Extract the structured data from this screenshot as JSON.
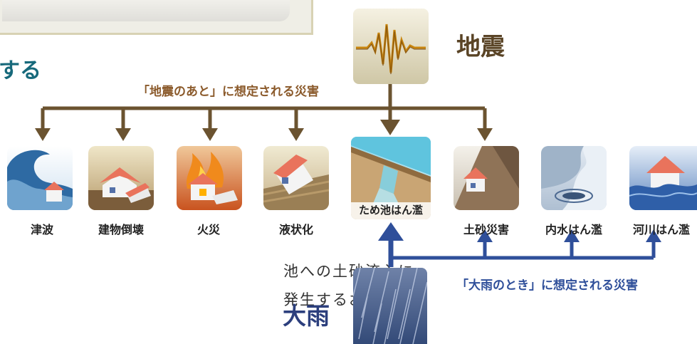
{
  "header": {
    "heading_fragment": "する",
    "body_lines": [
      "池への土砂流入に",
      "発生するおそれも"
    ]
  },
  "earthquake": {
    "label": "地震",
    "caption": "「地震のあと」に想定される災害",
    "icon": "seismograph-icon"
  },
  "heavy_rain": {
    "label": "大雨",
    "caption": "「大雨のとき」に想定される災害",
    "icon": "rain-icon"
  },
  "disasters": [
    {
      "label": "津波",
      "icon": "tsunami-icon"
    },
    {
      "label": "建物倒壊",
      "icon": "building-collapse-icon"
    },
    {
      "label": "火災",
      "icon": "fire-icon"
    },
    {
      "label": "液状化",
      "icon": "liquefaction-icon"
    },
    {
      "label": "ため池はん濫",
      "icon": "reservoir-flood-icon"
    },
    {
      "label": "土砂災害",
      "icon": "landslide-icon"
    },
    {
      "label": "内水はん濫",
      "icon": "inland-flood-icon"
    },
    {
      "label": "河川はん濫",
      "icon": "river-flood-icon"
    }
  ],
  "colors": {
    "earthquake_arrow": "#6b5330",
    "rain_arrow": "#2f4f9a",
    "earthquake_caption": "#8b5a2b",
    "heading": "#17697b"
  }
}
